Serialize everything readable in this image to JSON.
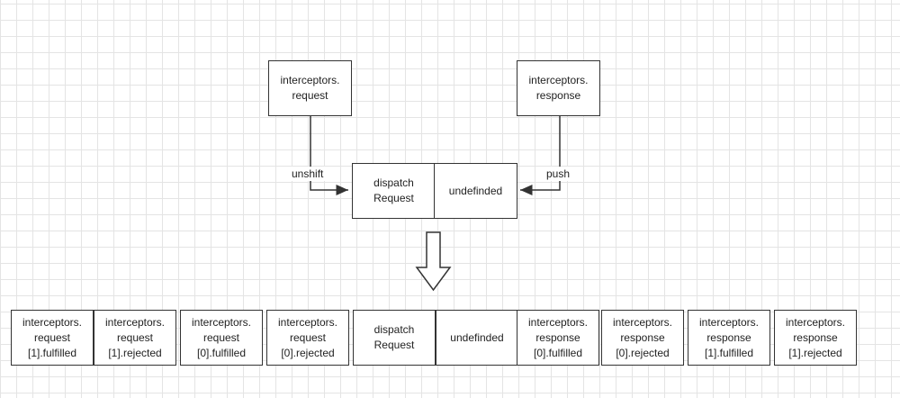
{
  "top": {
    "request_box": "interceptors.\nrequest",
    "response_box": "interceptors.\nresponse",
    "dispatch_box": "dispatch\nRequest",
    "undefined_box": "undefinded",
    "unshift_label": "unshift",
    "push_label": "push"
  },
  "chain": [
    "interceptors.\nrequest\n[1].fulfilled",
    "interceptors.\nrequest\n[1].rejected",
    "interceptors.\nrequest\n[0].fulfilled",
    "interceptors.\nrequest\n[0].rejected",
    "dispatch\nRequest",
    "undefinded",
    "interceptors.\nresponse\n[0].fulfilled",
    "interceptors.\nresponse\n[0].rejected",
    "interceptors.\nresponse\n[1].fulfilled",
    "interceptors.\nresponse\n[1].rejected"
  ]
}
